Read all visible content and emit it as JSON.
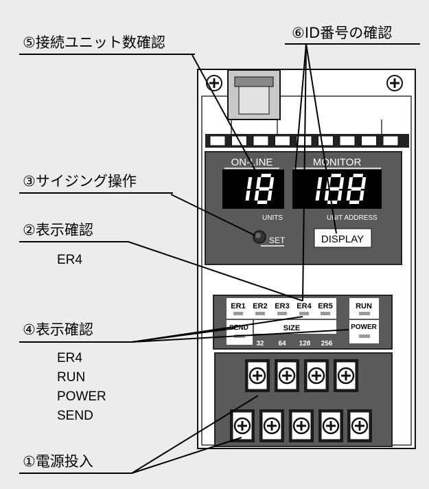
{
  "callouts": {
    "c5": "⑤接続ユニット数確認",
    "c6": "⑥ID番号の確認",
    "c3": "③サイジング操作",
    "c2": "②表示確認",
    "c2_items": [
      "ER4"
    ],
    "c4": "④表示確認",
    "c4_items": [
      "ER4",
      "RUN",
      "POWER",
      "SEND"
    ],
    "c1": "①電源投入"
  },
  "device": {
    "online_label": "ON-LINE",
    "monitor_label": "MONITOR",
    "online_value": "18",
    "monitor_value": "188",
    "units_label": "UNITS",
    "unit_address_label": "UNIT ADDRESS",
    "set_label": "SET",
    "display_button": "DISPLAY",
    "leds": [
      "ER1",
      "ER2",
      "ER3",
      "ER4",
      "ER5"
    ],
    "run_label": "RUN",
    "send_label": "SEND",
    "size_label": "SIZE",
    "size_values": [
      "32",
      "64",
      "128",
      "256"
    ],
    "power_label": "POWER"
  },
  "colors": {
    "background": "#ececec",
    "panel": "#555555",
    "display_bg": "#000000",
    "segment": "#ffffff"
  }
}
